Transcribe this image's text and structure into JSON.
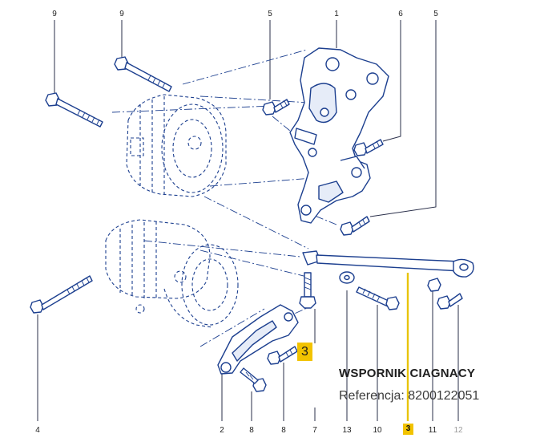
{
  "diagram": {
    "callout_number": "3",
    "highlight_color": "#f2c300",
    "line_color": "#1c3f8f",
    "top_numbers": [
      "9",
      "9",
      "5",
      "1",
      "6",
      "5"
    ],
    "bottom_numbers": [
      "4",
      "2",
      "8",
      "8",
      "7",
      "13",
      "10",
      "3",
      "11",
      "12"
    ],
    "highlighted_number": "3",
    "greyed_number": "12"
  },
  "info": {
    "title": "WSPORNIK CIAGNACY",
    "reference_label": "Referencja:",
    "reference_number": "8200122051"
  }
}
